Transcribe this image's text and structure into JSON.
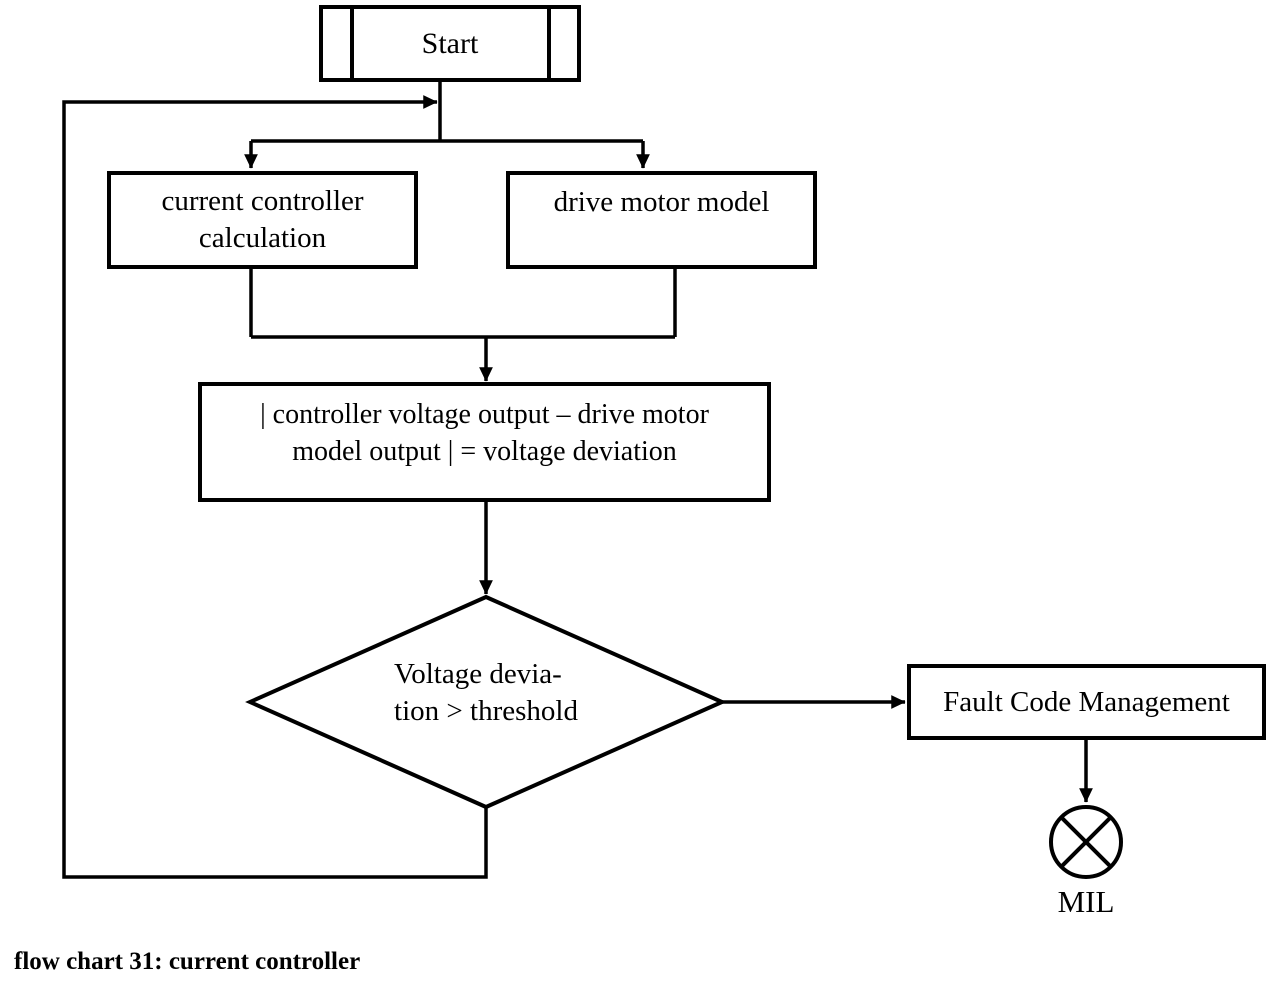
{
  "nodes": {
    "start": {
      "label": "Start"
    },
    "current_controller": {
      "line1": "current controller",
      "line2": "calculation"
    },
    "drive_motor": {
      "label": "drive motor model"
    },
    "voltage_deviation": {
      "line1": "| controller voltage output – drive motor",
      "line2": "model output | = voltage deviation"
    },
    "decision": {
      "line1": "Voltage devia-",
      "line2": "tion > threshold"
    },
    "fault_code": {
      "label": "Fault Code Management"
    },
    "mil_indicator": {
      "label": "MIL"
    }
  },
  "caption": "flow chart 31: current controller",
  "colors": {
    "line": "#000000",
    "text": "#000000",
    "background": "#ffffff"
  }
}
